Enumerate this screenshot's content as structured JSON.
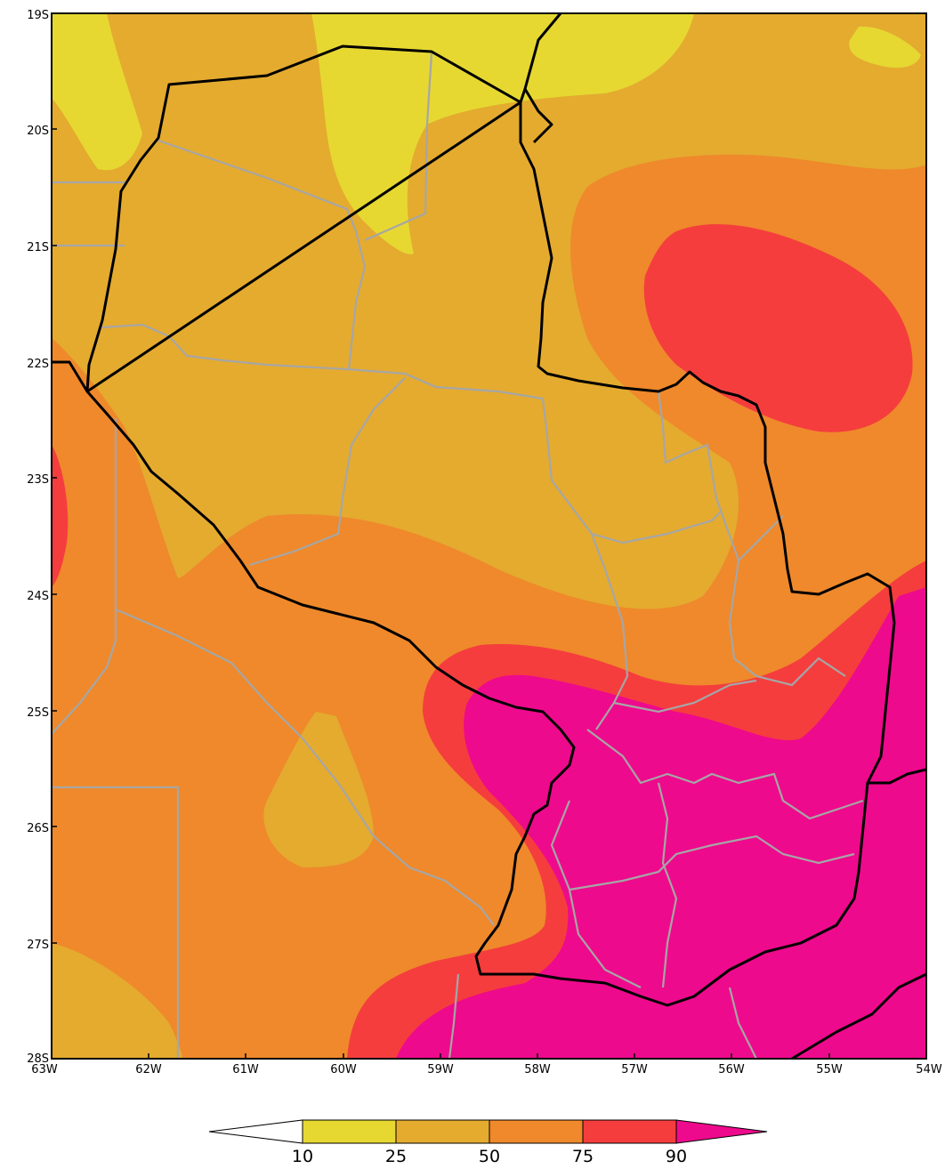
{
  "map": {
    "lat_labels": [
      "19S",
      "20S",
      "21S",
      "22S",
      "23S",
      "24S",
      "25S",
      "26S",
      "27S",
      "28S"
    ],
    "lon_labels": [
      "63W",
      "62W",
      "61W",
      "60W",
      "59W",
      "58W",
      "57W",
      "56W",
      "55W",
      "54W"
    ],
    "colors": {
      "c_10_25": "#e6d831",
      "c_25_50": "#e4ab2f",
      "c_50_75": "#ef892b",
      "c_75_90": "#f53d3e",
      "c_90_plus": "#ee0a8c",
      "national_border": "#000000",
      "department_border": "#a6a6a6"
    }
  },
  "colorbar": {
    "labels": [
      "10",
      "25",
      "50",
      "75",
      "90"
    ],
    "colors": [
      "#ffffff",
      "#e6d831",
      "#e4ab2f",
      "#ef892b",
      "#f53d3e",
      "#ee0a8c"
    ]
  }
}
